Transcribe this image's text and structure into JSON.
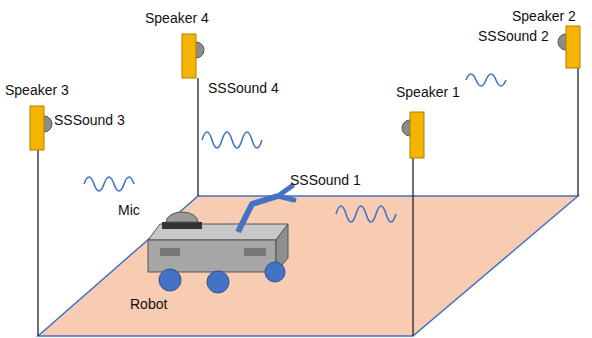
{
  "diagram": {
    "labels": [
      "Speaker 4",
      "Speaker 2",
      "SSSound 2",
      "SSSound 4",
      "Speaker 3",
      "SSSound 3",
      "Speaker 1",
      "SSSound 1",
      "Mic",
      "Robot"
    ]
  }
}
